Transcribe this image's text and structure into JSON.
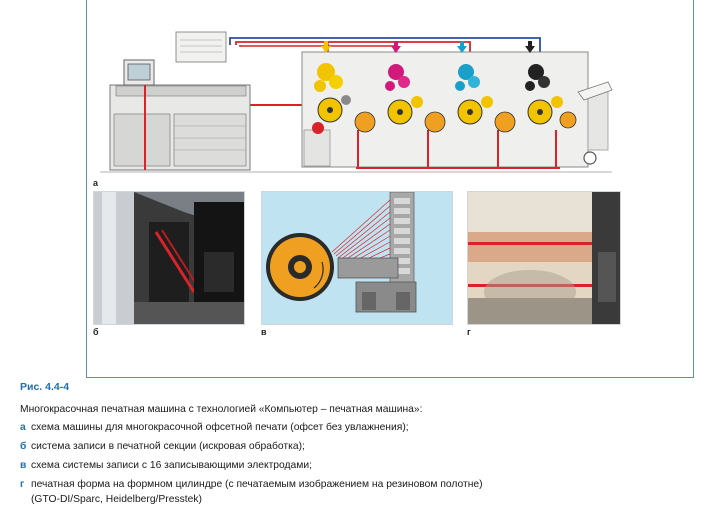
{
  "panels": {
    "a": "а",
    "b": "б",
    "v": "в",
    "g": "г"
  },
  "caption": {
    "title": "Рис. 4.4-4",
    "subtitle": "Многокрасочная печатная машина с технологией «Компьютер – печатная машина»:",
    "items": [
      {
        "letter": "а",
        "text": "схема машины для многокрасочной офсетной печати (офсет без увлажнения);"
      },
      {
        "letter": "б",
        "text": "система записи в печатной секции (искровая обработка);"
      },
      {
        "letter": "в",
        "text": "схема системы записи с 16 записывающими электродами;"
      },
      {
        "letter": "г",
        "text": "печатная форма на формном цилиндре (с печатаемым изображением на резиновом полотне)"
      }
    ],
    "continuation": "(GTO-DI/Sparc, Heidelberg/Presstek)"
  },
  "colors": {
    "accent": "#1f6fb2",
    "frame": "#5a8fc0",
    "ink_yellow": "#f2c400",
    "ink_magenta": "#d0197a",
    "ink_cyan": "#1aa0c8",
    "ink_black": "#222222",
    "wire_red": "#d8232a",
    "wire_blue": "#2b4fa0",
    "cylinder_orange": "#f0a020"
  },
  "icons": [
    "arrow-down-yellow-icon",
    "arrow-down-magenta-icon",
    "arrow-down-cyan-icon",
    "arrow-down-black-icon"
  ]
}
